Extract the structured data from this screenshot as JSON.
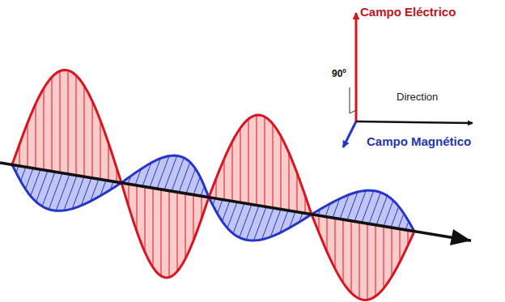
{
  "diagram": {
    "labels": [
      "Campo Eléctrico",
      "90º",
      "Direction",
      "Campo Magnético"
    ]
  }
}
